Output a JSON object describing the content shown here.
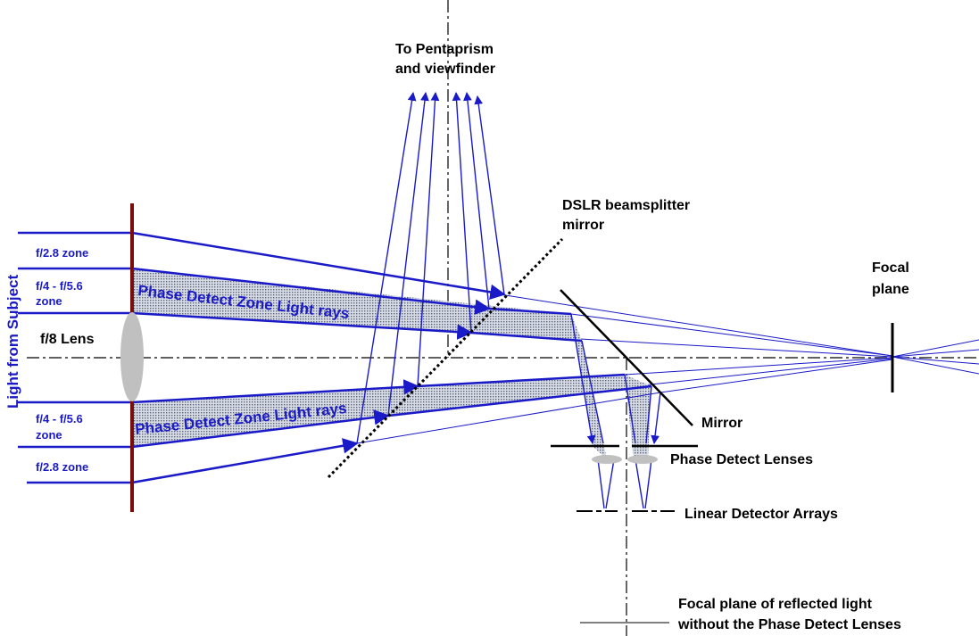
{
  "colors": {
    "ray": "#1a1ac8",
    "zone_fill": "#9aa2b4",
    "lens_gray": "#c0c0c0",
    "lens_bar": "#7a0c0c",
    "axis": "#000000"
  },
  "labels": {
    "pentaprism_line1": "To Pentaprism",
    "pentaprism_line2": "and viewfinder",
    "beamsplitter_line1": "DSLR beamsplitter",
    "beamsplitter_line2": "mirror",
    "focal_line1": "Focal",
    "focal_line2": "plane",
    "mirror": "Mirror",
    "pd_lenses": "Phase Detect Lenses",
    "arrays": "Linear Detector Arrays",
    "reflected_line1": "Focal plane of reflected light",
    "reflected_line2": "without the Phase Detect Lenses",
    "light_from_subject": "Light from Subject",
    "lens": "f/8 Lens",
    "zone_top_28": "f/2.8 zone",
    "zone_top_4_line1": "f/4 - f/5.6",
    "zone_top_4_line2": "zone",
    "zone_bot_4_line1": "f/4 - f/5.6",
    "zone_bot_4_line2": "zone",
    "zone_bot_28": "f/2.8 zone",
    "phase_detect_top": "Phase Detect Zone Light rays",
    "phase_detect_bottom": "Phase Detect Zone Light rays"
  }
}
